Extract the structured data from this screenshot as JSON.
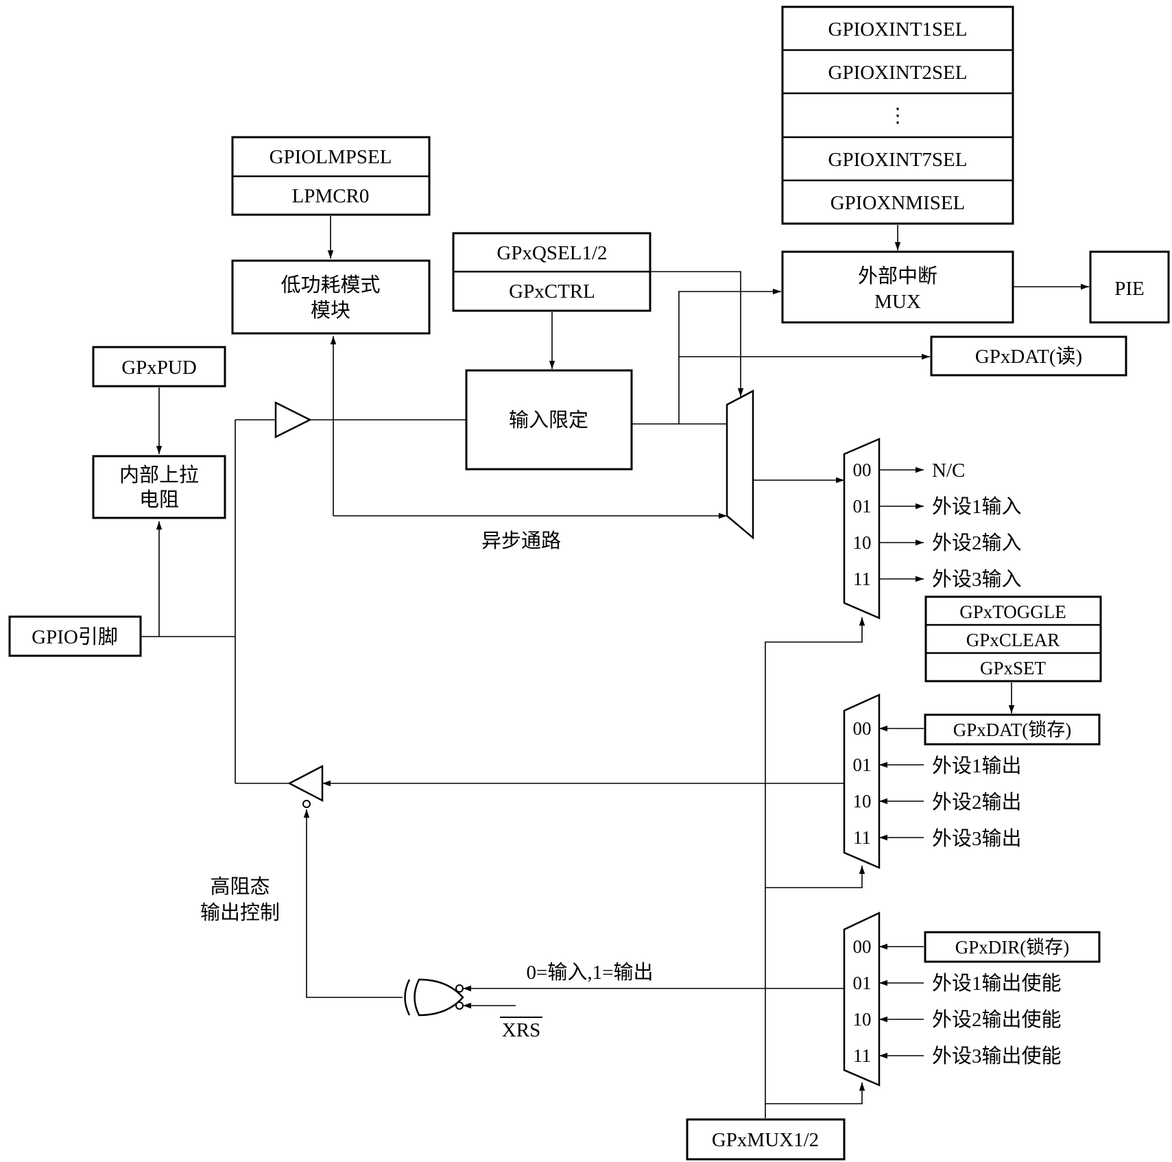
{
  "blocks": {
    "gpio_pin": "GPIO引脚",
    "gpxpud": "GPxPUD",
    "pullup_line1": "内部上拉",
    "pullup_line2": "电阻",
    "gpiolmpsel": "GPIOLMPSEL",
    "lpmcr0": "LPMCR0",
    "lpm_line1": "低功耗模式",
    "lpm_line2": "模块",
    "gpxqsel": "GPxQSEL1/2",
    "gpxctrl": "GPxCTRL",
    "input_qual": "输入限定",
    "xint_regs": [
      "GPIOXINT1SEL",
      "GPIOXINT2SEL",
      "⋮",
      "GPIOXINT7SEL",
      "GPIOXNMISEL"
    ],
    "ext_int_line1": "外部中断",
    "ext_int_line2": "MUX",
    "pie": "PIE",
    "gpxdat_read": "GPxDAT(读)",
    "async_path": "异步通路",
    "gpxmux": "GPxMUX1/2",
    "set_regs": [
      "GPxTOGGLE",
      "GPxCLEAR",
      "GPxSET"
    ],
    "hiz_line1": "高阻态",
    "hiz_line2": "输出控制",
    "dir_hint": "0=输入,1=输出",
    "xrs": "XRS"
  },
  "input_mux": {
    "codes": [
      "00",
      "01",
      "10",
      "11"
    ],
    "outputs": [
      "N/C",
      "外设1输入",
      "外设2输入",
      "外设3输入"
    ]
  },
  "output_mux": {
    "codes": [
      "00",
      "01",
      "10",
      "11"
    ],
    "inputs": [
      "GPxDAT(锁存)",
      "外设1输出",
      "外设2输出",
      "外设3输出"
    ]
  },
  "dir_mux": {
    "codes": [
      "00",
      "01",
      "10",
      "11"
    ],
    "inputs": [
      "GPxDIR(锁存)",
      "外设1输出使能",
      "外设2输出使能",
      "外设3输出使能"
    ]
  }
}
